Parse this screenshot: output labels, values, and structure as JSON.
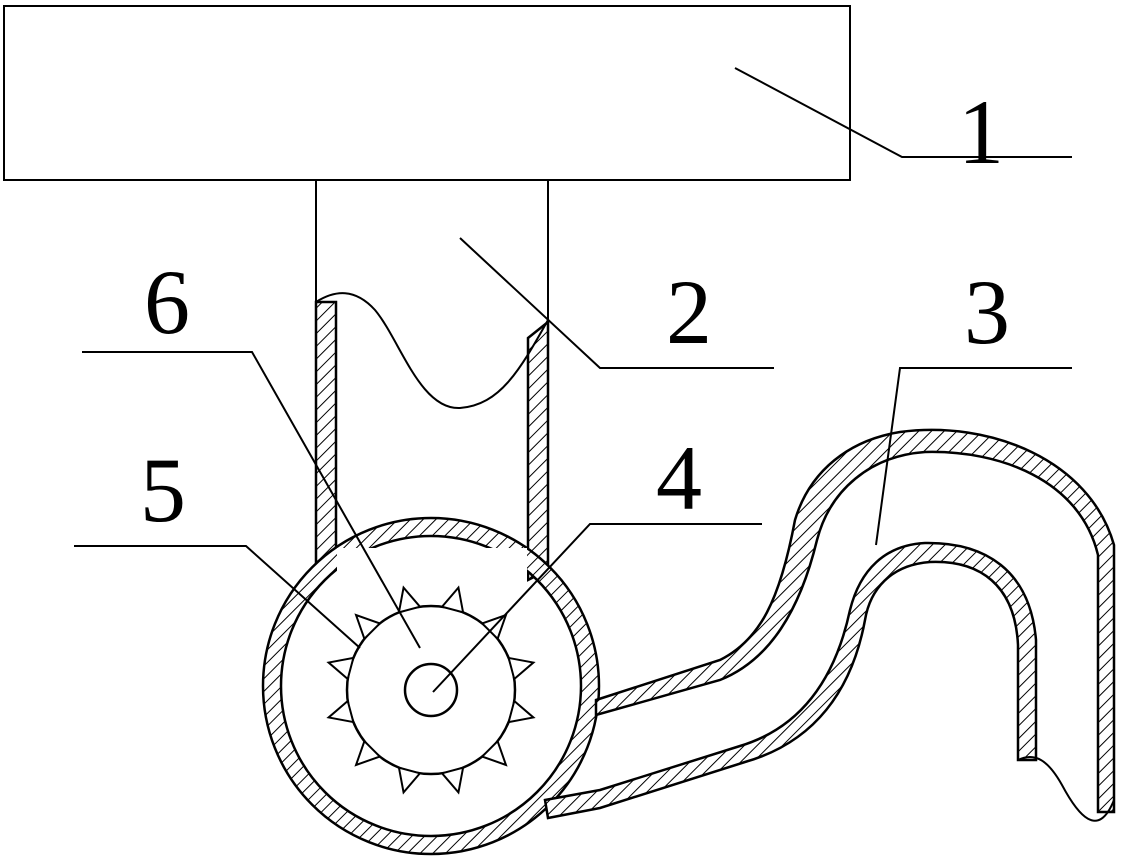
{
  "labels": {
    "l1": "1",
    "l2": "2",
    "l3": "3",
    "l4": "4",
    "l5": "5",
    "l6": "6"
  },
  "colors": {
    "ink": "#000000",
    "background": "#ffffff"
  }
}
